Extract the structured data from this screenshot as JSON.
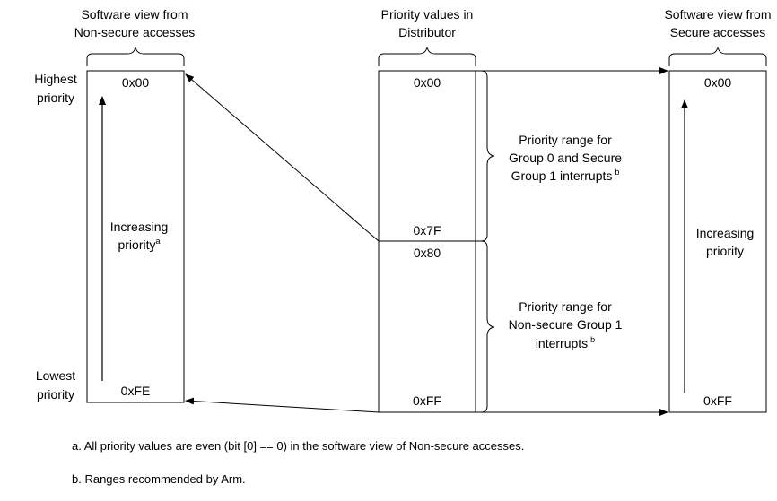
{
  "columns": {
    "nonsecure": {
      "title_line1": "Software view from",
      "title_line2": "Non-secure accesses",
      "top_value": "0x00",
      "bottom_value": "0xFE",
      "arrow_label_line1": "Increasing",
      "arrow_label_line2": "priority",
      "arrow_label_sup": "a"
    },
    "distributor": {
      "title_line1": "Priority values in",
      "title_line2": "Distributor",
      "top_value": "0x00",
      "mid_upper_value": "0x7F",
      "mid_lower_value": "0x80",
      "bottom_value": "0xFF"
    },
    "secure": {
      "title_line1": "Software view from",
      "title_line2": "Secure accesses",
      "top_value": "0x00",
      "bottom_value": "0xFF",
      "arrow_label_line1": "Increasing",
      "arrow_label_line2": "priority"
    }
  },
  "side_labels": {
    "highest_line1": "Highest",
    "highest_line2": "priority",
    "lowest_line1": "Lowest",
    "lowest_line2": "priority"
  },
  "ranges": {
    "group0": {
      "line1": "Priority range for",
      "line2": "Group 0 and Secure",
      "line3": "Group 1 interrupts",
      "sup": "b"
    },
    "nonsecure_group1": {
      "line1": "Priority range for",
      "line2": "Non-secure Group 1",
      "line3": "interrupts",
      "sup": "b"
    }
  },
  "footnotes": {
    "a": "a. All priority values are even (bit [0] == 0) in the software view of Non-secure accesses.",
    "b": "b. Ranges recommended by Arm."
  }
}
